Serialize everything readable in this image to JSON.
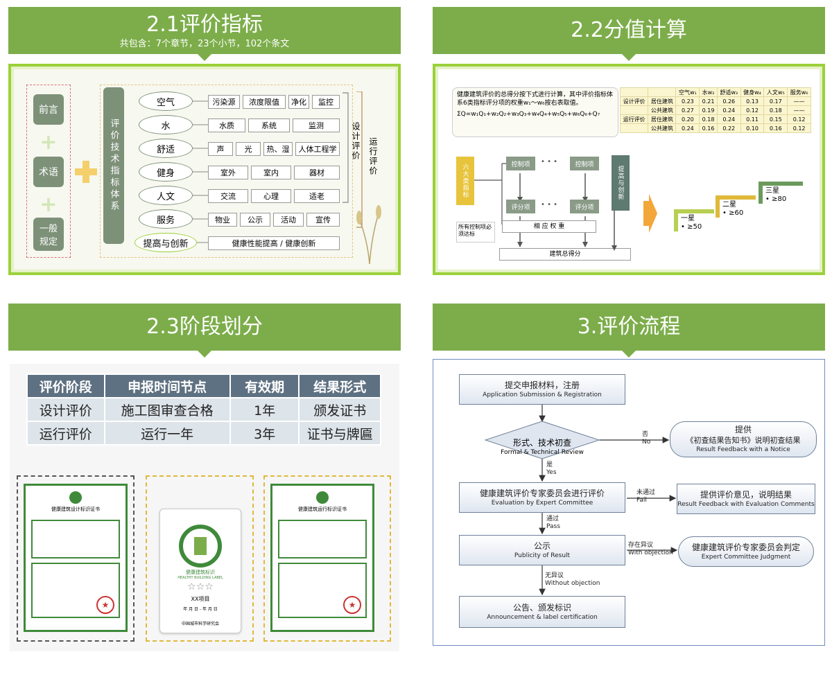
{
  "panel1": {
    "title": "2.1评价指标",
    "subtitle": "共包含：7个章节，23个小节，102个条文",
    "left_items": [
      "前言",
      "术语",
      "一般\n规定"
    ],
    "system_label": "评价技术指标体系",
    "rows": [
      {
        "name": "空气",
        "cells": [
          "污染源",
          "浓度限值",
          "净化",
          "监控"
        ]
      },
      {
        "name": "水",
        "cells": [
          "水质",
          "系统",
          "监测"
        ]
      },
      {
        "name": "舒适",
        "cells": [
          "声",
          "光",
          "热、湿",
          "人体工程学"
        ]
      },
      {
        "name": "健身",
        "cells": [
          "室外",
          "室内",
          "器材"
        ]
      },
      {
        "name": "人文",
        "cells": [
          "交流",
          "心理",
          "适老"
        ]
      },
      {
        "name": "服务",
        "cells": [
          "物业",
          "公示",
          "活动",
          "宣传"
        ]
      },
      {
        "name": "提高与创新",
        "cells": [
          "健康性能提高 / 健康创新"
        ]
      }
    ],
    "design_eval": "设计评价",
    "run_eval": "运行评价"
  },
  "panel2": {
    "title": "2.2分值计算",
    "description": "健康建筑评价的总得分按下式进行计算，其中评价指标体系6类指标评分项的权重w₁～w₆按右表取值。",
    "formula": "ΣQ=w₁Q₁+w₂Q₂+w₃Q₃+w₄Q₄+w₅Q₅+w₆Q₆+Q₇",
    "table": {
      "headers": [
        "",
        "",
        "空气w₁",
        "水w₂",
        "舒适w₃",
        "健身w₄",
        "人文w₅",
        "服务w₆"
      ],
      "rows": [
        [
          "设计评价",
          "居住建筑",
          "0.23",
          "0.21",
          "0.26",
          "0.13",
          "0.17",
          "——"
        ],
        [
          "",
          "公共建筑",
          "0.27",
          "0.19",
          "0.24",
          "0.12",
          "0.18",
          "——"
        ],
        [
          "运行评价",
          "居住建筑",
          "0.20",
          "0.18",
          "0.24",
          "0.11",
          "0.15",
          "0.12"
        ],
        [
          "",
          "公共建筑",
          "0.24",
          "0.16",
          "0.22",
          "0.10",
          "0.16",
          "0.12"
        ]
      ]
    },
    "six_categories": "六大类指标",
    "control_item": "控制项",
    "score_item": "评分项",
    "dots": "• • •",
    "improve": "提高与创新",
    "note": "所有控制项必须达标",
    "weight": "相 应 权 重",
    "total": "建筑总得分",
    "stars": [
      {
        "name": "一星",
        "score": "≥50"
      },
      {
        "name": "二星",
        "score": "≥60"
      },
      {
        "name": "三星",
        "score": "≥80"
      }
    ]
  },
  "panel3": {
    "title": "2.3阶段划分",
    "headers": [
      "评价阶段",
      "申报时间节点",
      "有效期",
      "结果形式"
    ],
    "rows": [
      [
        "设计评价",
        "施工图审查合格",
        "1年",
        "颁发证书"
      ],
      [
        "运行评价",
        "运行一年",
        "3年",
        "证书与牌匾"
      ]
    ],
    "cert_design_title": "健康建筑设计标识证书",
    "cert_run_title": "健康建筑运行标识证书",
    "plaque_ring": "健康建筑标识",
    "plaque_ring_en": "HEALTHY BUILDING LABEL",
    "plaque_project": "XX项目",
    "plaque_date": "年 月 日 - 年 月 日",
    "plaque_org": "中国城市科学研究会",
    "plaque_stars": "☆☆☆"
  },
  "panel4": {
    "title": "3.评价流程",
    "steps": [
      {
        "zh": "提交申报材料，注册",
        "en": "Application Submission & Registration"
      },
      {
        "zh": "形式、技术初查",
        "en": "Formal & Technical Review"
      },
      {
        "zh": "健康建筑评价专家委员会进行评价",
        "en": "Evaluation by Expert Committee"
      },
      {
        "zh": "公示",
        "en": "Publicity of Result"
      },
      {
        "zh": "公告、颁发标识",
        "en": "Announcement & label certification"
      }
    ],
    "side": [
      {
        "zh1": "提供",
        "zh2": "《初查结果告知书》说明初查结果",
        "en": "Result Feedback with a Notice"
      },
      {
        "zh": "提供评价意见，说明结果",
        "en": "Result Feedback with Evaluation Comments"
      },
      {
        "zh": "健康建筑评价专家委员会判定",
        "en": "Expert Committee Judgment"
      }
    ],
    "labels": {
      "no_zh": "否",
      "no_en": "No",
      "yes_zh": "是",
      "yes_en": "Yes",
      "fail_zh": "未通过",
      "fail_en": "Fail",
      "pass_zh": "通过",
      "pass_en": "Pass",
      "obj_zh": "存在异议",
      "obj_en": "With objection",
      "noobj_zh": "无异议",
      "noobj_en": "Without objection"
    }
  }
}
